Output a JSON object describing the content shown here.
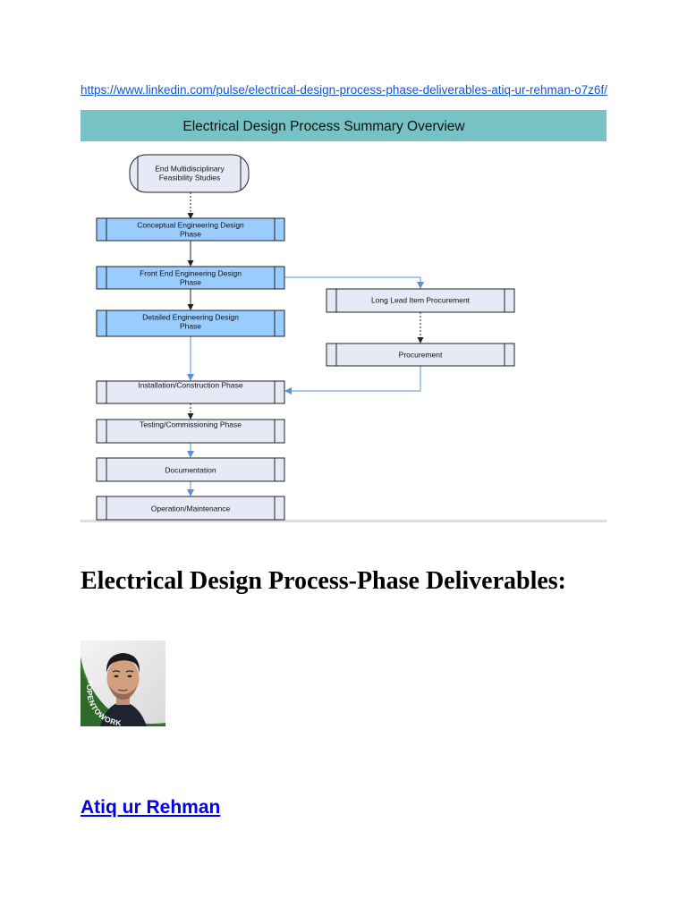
{
  "source_link": "https://www.linkedin.com/pulse/electrical-design-process-phase-deliverables-atiq-ur-rehman-o7z6f/",
  "diagram": {
    "title": "Electrical Design Process Summary Overview",
    "start_node": {
      "line1": "End Multidisciplinary",
      "line2": "Feasibility Studies"
    },
    "conceptual": {
      "line1": "Conceptual Engineering Design",
      "line2": "Phase"
    },
    "front_end": {
      "line1": "Front End Engineering Design",
      "line2": "Phase"
    },
    "detailed": {
      "line1": "Detailed Engineering Design",
      "line2": "Phase"
    },
    "long_lead": "Long Lead Item Procurement",
    "procurement": "Procurement",
    "installation": "Installation/Construction Phase",
    "testing": "Testing/Commissioning Phase",
    "documentation": "Documentation",
    "operation": "Operation/Maintenance",
    "colors": {
      "header_band": "#77c2c4",
      "highlight_box": "#99ccff",
      "plain_box": "#e6eaf6",
      "connector": "#5b8fd6"
    }
  },
  "heading": "Electrical Design Process-Phase Deliverables:",
  "avatar": {
    "badge_text": "#OPENTOWORK"
  },
  "author_name": "Atiq ur Rehman"
}
